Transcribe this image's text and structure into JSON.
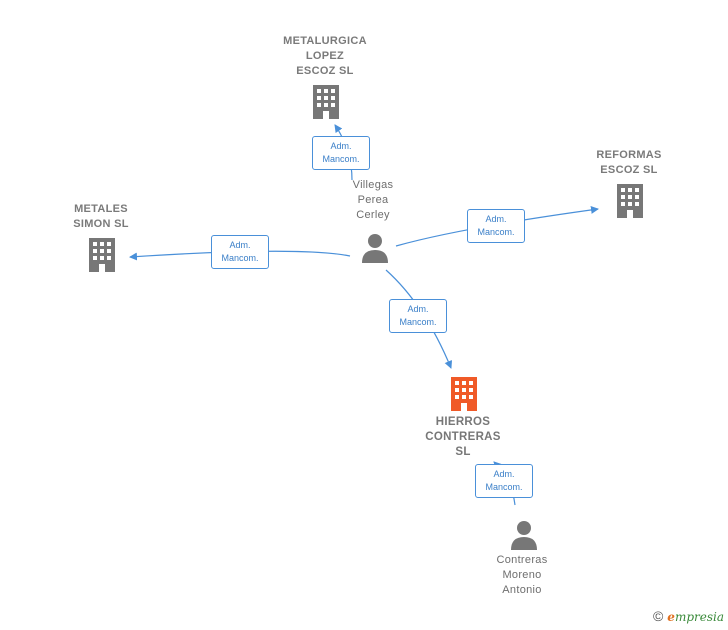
{
  "nodes": {
    "metalurgica": {
      "label": "METALURGICA\nLOPEZ\nESCOZ  SL"
    },
    "reformas": {
      "label": "REFORMAS\nESCOZ  SL"
    },
    "metales": {
      "label": "METALES\nSIMON  SL"
    },
    "hierros": {
      "label": "HIERROS\nCONTRERAS\nSL"
    },
    "villegas": {
      "label": "Villegas\nPerea\nCerley"
    },
    "contreras": {
      "label": "Contreras\nMoreno\nAntonio"
    }
  },
  "edges": {
    "e1": {
      "label": "Adm.\nMancom."
    },
    "e2": {
      "label": "Adm.\nMancom."
    },
    "e3": {
      "label": "Adm.\nMancom."
    },
    "e4": {
      "label": "Adm.\nMancom."
    },
    "e5": {
      "label": "Adm.\nMancom."
    }
  },
  "colors": {
    "company": "#7a7a7a",
    "focus_company": "#f05a28",
    "person": "#7a7a7a",
    "edge": "#4a90d9"
  },
  "icons": {
    "company": "building-icon",
    "person": "person-icon"
  },
  "watermark": {
    "copyright": "©",
    "brand_initial": "e",
    "brand_rest": "mpresia"
  }
}
